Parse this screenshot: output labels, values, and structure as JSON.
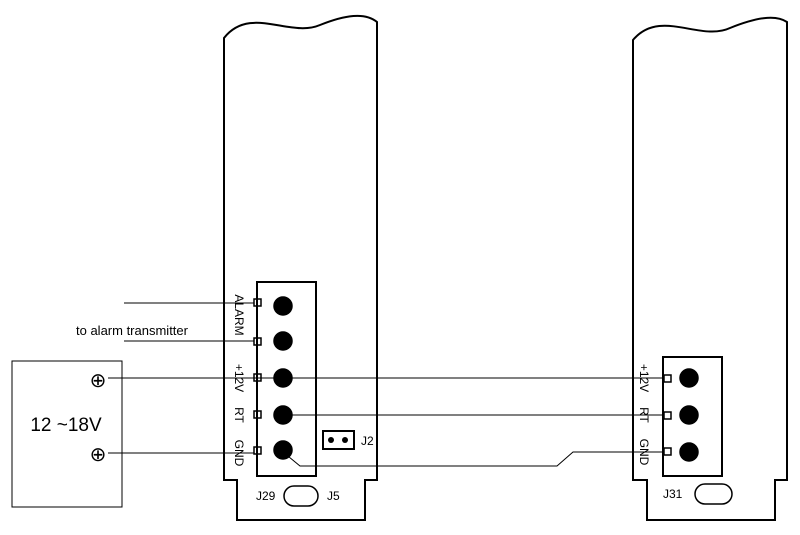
{
  "transmitter_note": "to alarm transmitter",
  "power_supply": {
    "voltage_label": "12 ~18V",
    "positive_symbol": "⊕",
    "negative_symbol": "⊕"
  },
  "left_board": {
    "terminal_labels": [
      "ALARM",
      "ALARM",
      "+12V",
      "RT",
      "GND"
    ],
    "connector_label": "J29",
    "jumper_label": "J2",
    "hole_label": "J5"
  },
  "right_board": {
    "terminal_labels": [
      "+12V",
      "RT",
      "GND"
    ],
    "connector_label": "J31"
  }
}
